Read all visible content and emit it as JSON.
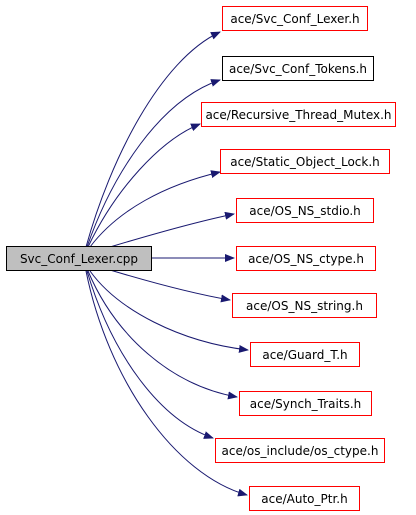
{
  "source": {
    "label": "Svc_Conf_Lexer.cpp"
  },
  "includes": [
    {
      "label": "ace/Svc_Conf_Lexer.h"
    },
    {
      "label": "ace/Svc_Conf_Tokens.h"
    },
    {
      "label": "ace/Recursive_Thread_Mutex.h"
    },
    {
      "label": "ace/Static_Object_Lock.h"
    },
    {
      "label": "ace/OS_NS_stdio.h"
    },
    {
      "label": "ace/OS_NS_ctype.h"
    },
    {
      "label": "ace/OS_NS_string.h"
    },
    {
      "label": "ace/Guard_T.h"
    },
    {
      "label": "ace/Synch_Traits.h"
    },
    {
      "label": "ace/os_include/os_ctype.h"
    },
    {
      "label": "ace/Auto_Ptr.h"
    }
  ],
  "colors": {
    "edge": "#191970",
    "linked_border": "#ff0000",
    "plain_border": "#000000",
    "source_fill": "#bfbfbf"
  }
}
